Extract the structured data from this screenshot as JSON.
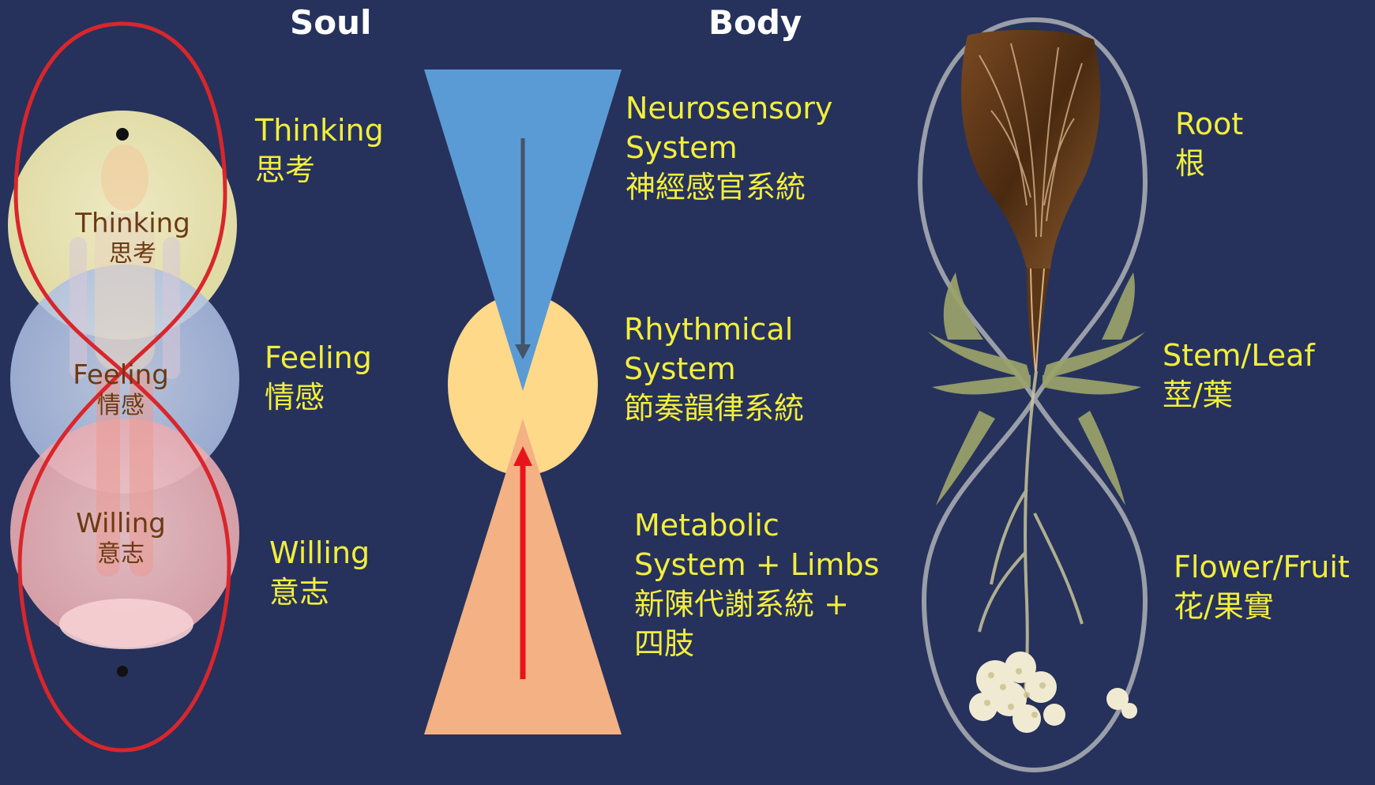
{
  "headings": {
    "soul": "Soul",
    "body": "Body"
  },
  "colors": {
    "background": "#26325c",
    "label_yellow": "#f2ee3c",
    "heading_white": "#ffffff",
    "inner_text": "#6b3a12",
    "lemniscate_red": "#d9262c",
    "lemniscate_gray": "#9a9ea8",
    "triangle_blue": "#5b9bd5",
    "circle_yellow": "#ffd98a",
    "triangle_orange": "#f4b183",
    "arrow_red": "#e8141c",
    "arrow_gray": "#44546a"
  },
  "soul": {
    "thinking": {
      "en": "Thinking",
      "zh": "思考"
    },
    "feeling": {
      "en": "Feeling",
      "zh": "情感"
    },
    "willing": {
      "en": "Willing",
      "zh": "意志"
    }
  },
  "figure": {
    "thinking": {
      "en": "Thinking",
      "zh": "思考"
    },
    "feeling": {
      "en": "Feeling",
      "zh": "情感"
    },
    "willing": {
      "en": "Willing",
      "zh": "意志"
    }
  },
  "body": {
    "neurosensory": {
      "line1": "Neurosensory",
      "line2": "System",
      "zh": "神經感官系統"
    },
    "rhythmical": {
      "line1": "Rhythmical",
      "line2": "System",
      "zh": "節奏韻律系統"
    },
    "metabolic": {
      "line1": "Metabolic",
      "line2": "System + Limbs",
      "zh1": "新陳代謝系統 +",
      "zh2": "四肢"
    }
  },
  "plant": {
    "root": {
      "en": "Root",
      "zh": "根"
    },
    "stem_leaf": {
      "en": "Stem/Leaf",
      "zh": "莖/葉"
    },
    "flower_fruit": {
      "en": "Flower/Fruit",
      "zh": "花/果實"
    }
  }
}
